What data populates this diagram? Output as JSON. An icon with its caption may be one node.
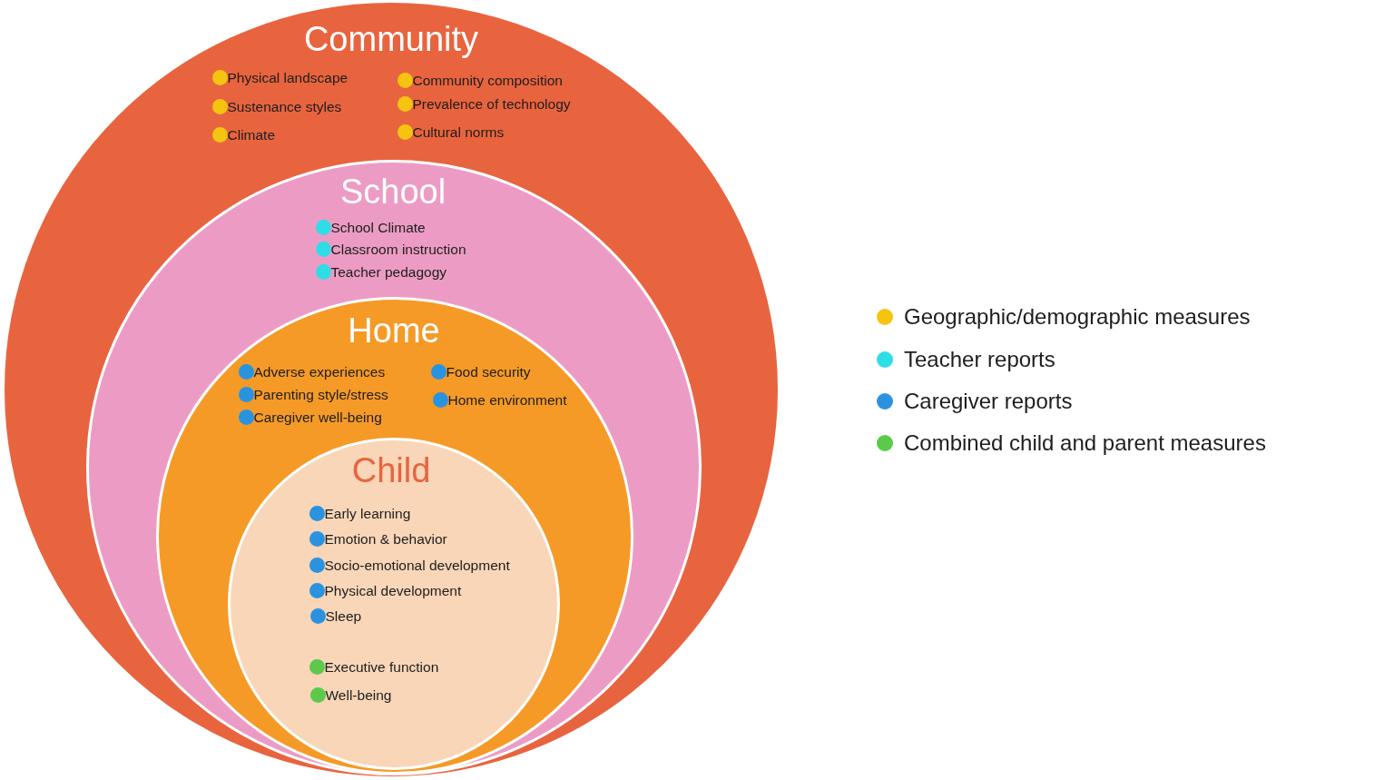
{
  "diagram": {
    "nodes": [
      {
        "text": [
          "Community",
          "Physical landscape",
          "Sustenance styles",
          "Climate",
          "Community composition",
          "Prevalence of technology",
          "Cultural norms"
        ]
      },
      {
        "text": [
          "School",
          "School Climate",
          "Classroom instruction",
          "Teacher pedagogy"
        ],
        "in": 0
      },
      {
        "text": [
          "Home",
          "Adverse experiences",
          "Parenting style/stress",
          "Caregiver well-being",
          "Food security",
          "Home environment"
        ],
        "in": 1
      },
      {
        "text": [
          "Child",
          "Early learning",
          "Emotion & behavior",
          "Socio-emotional development",
          "Physical development",
          "Sleep",
          "Executive function",
          "Well-being"
        ],
        "in": 2
      }
    ],
    "edges": [],
    "legend": [
      {
        "text": "Geographic/demographic measures",
        "color": "#f5c411"
      },
      {
        "text": "Teacher reports",
        "color": "#2fdde6"
      },
      {
        "text": "Caregiver reports",
        "color": "#2a93e0"
      },
      {
        "text": "Combined child and parent measures",
        "color": "#5cc94c"
      }
    ]
  }
}
